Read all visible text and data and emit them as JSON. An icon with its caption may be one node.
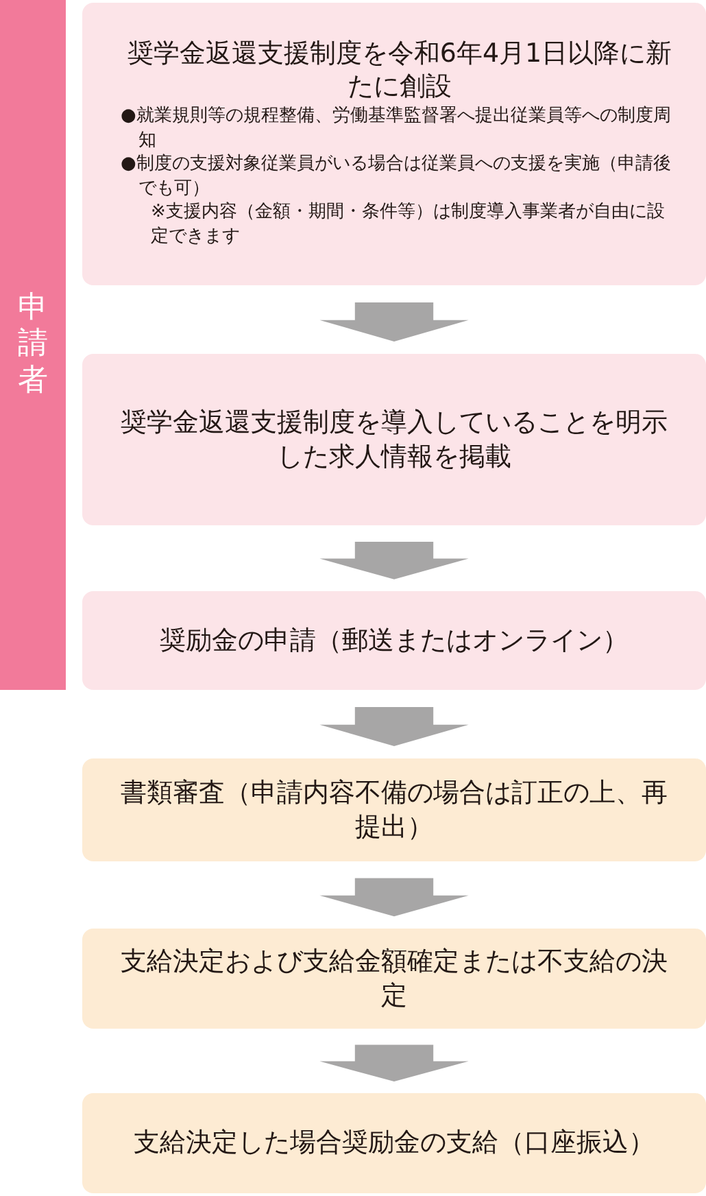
{
  "diagram": {
    "nodes": [
      {
        "text": [
          "申請者"
        ]
      },
      {
        "text": [
          "奨学金返還支援制度を令和6年4月1日以降に新たに創設",
          "●就業規則等の規程整備、労働基準監督署へ提出従業員等への制度周知",
          "●制度の支援対象従業員がいる場合は従業員への支援を実施（申請後でも可）",
          "※支援内容（金額・期間・条件等）は制度導入事業者が自由に設定できます"
        ]
      },
      {
        "text": [
          "奨学金返還支援制度を導入していることを明示した求人情報を掲載"
        ]
      },
      {
        "text": [
          "奨励金の申請（郵送またはオンライン）"
        ]
      },
      {
        "text": [
          "書類審査（申請内容不備の場合は訂正の上、再提出）"
        ]
      },
      {
        "text": [
          "支給決定および支給金額確定または不支給の決定"
        ]
      },
      {
        "text": [
          "支給決定した場合奨励金の支給（口座振込）"
        ]
      }
    ],
    "edges": [
      {
        "from": 1,
        "to": 2,
        "arrow": "to",
        "style": "thick"
      },
      {
        "from": 2,
        "to": 3,
        "arrow": "to",
        "style": "thick"
      },
      {
        "from": 3,
        "to": 4,
        "arrow": "to",
        "style": "thick"
      },
      {
        "from": 4,
        "to": 5,
        "arrow": "to",
        "style": "thick"
      },
      {
        "from": 5,
        "to": 6,
        "arrow": "to",
        "style": "thick"
      }
    ]
  }
}
